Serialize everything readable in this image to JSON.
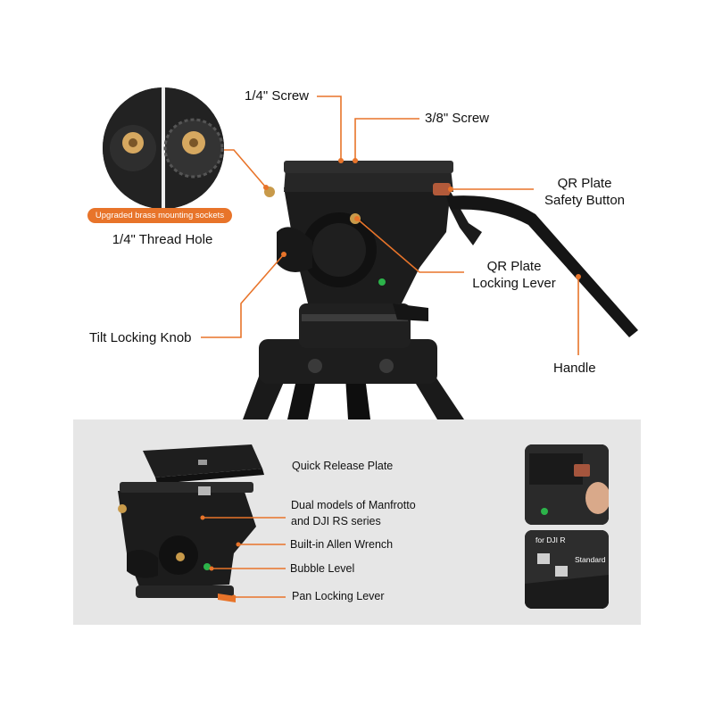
{
  "callouts_top": {
    "screw_quarter": "1/4\" Screw",
    "screw_three_eighths": "3/8\" Screw",
    "qr_plate_safety_line1": "QR Plate",
    "qr_plate_safety_line2": "Safety Button",
    "qr_plate_locking_line1": "QR Plate",
    "qr_plate_locking_line2": "Locking Lever",
    "tilt_locking_knob": "Tilt Locking Knob",
    "handle": "Handle",
    "thread_hole": "1/4\" Thread Hole",
    "badge": "Upgraded brass mounting sockets"
  },
  "callouts_bottom": {
    "quick_release_plate": "Quick Release Plate",
    "dual_models_line1": "Dual models of Manfrotto",
    "dual_models_line2": "and DJI RS series",
    "allen_wrench": "Built-in Allen Wrench",
    "bubble_level": "Bubble Level",
    "pan_locking_lever": "Pan Locking Lever"
  },
  "thumbnail": {
    "dji_label": "for DJI R",
    "standard_label": "Standard"
  },
  "colors": {
    "accent": "#e8742a",
    "panel": "#e6e6e6",
    "product": "#1c1c1c"
  }
}
